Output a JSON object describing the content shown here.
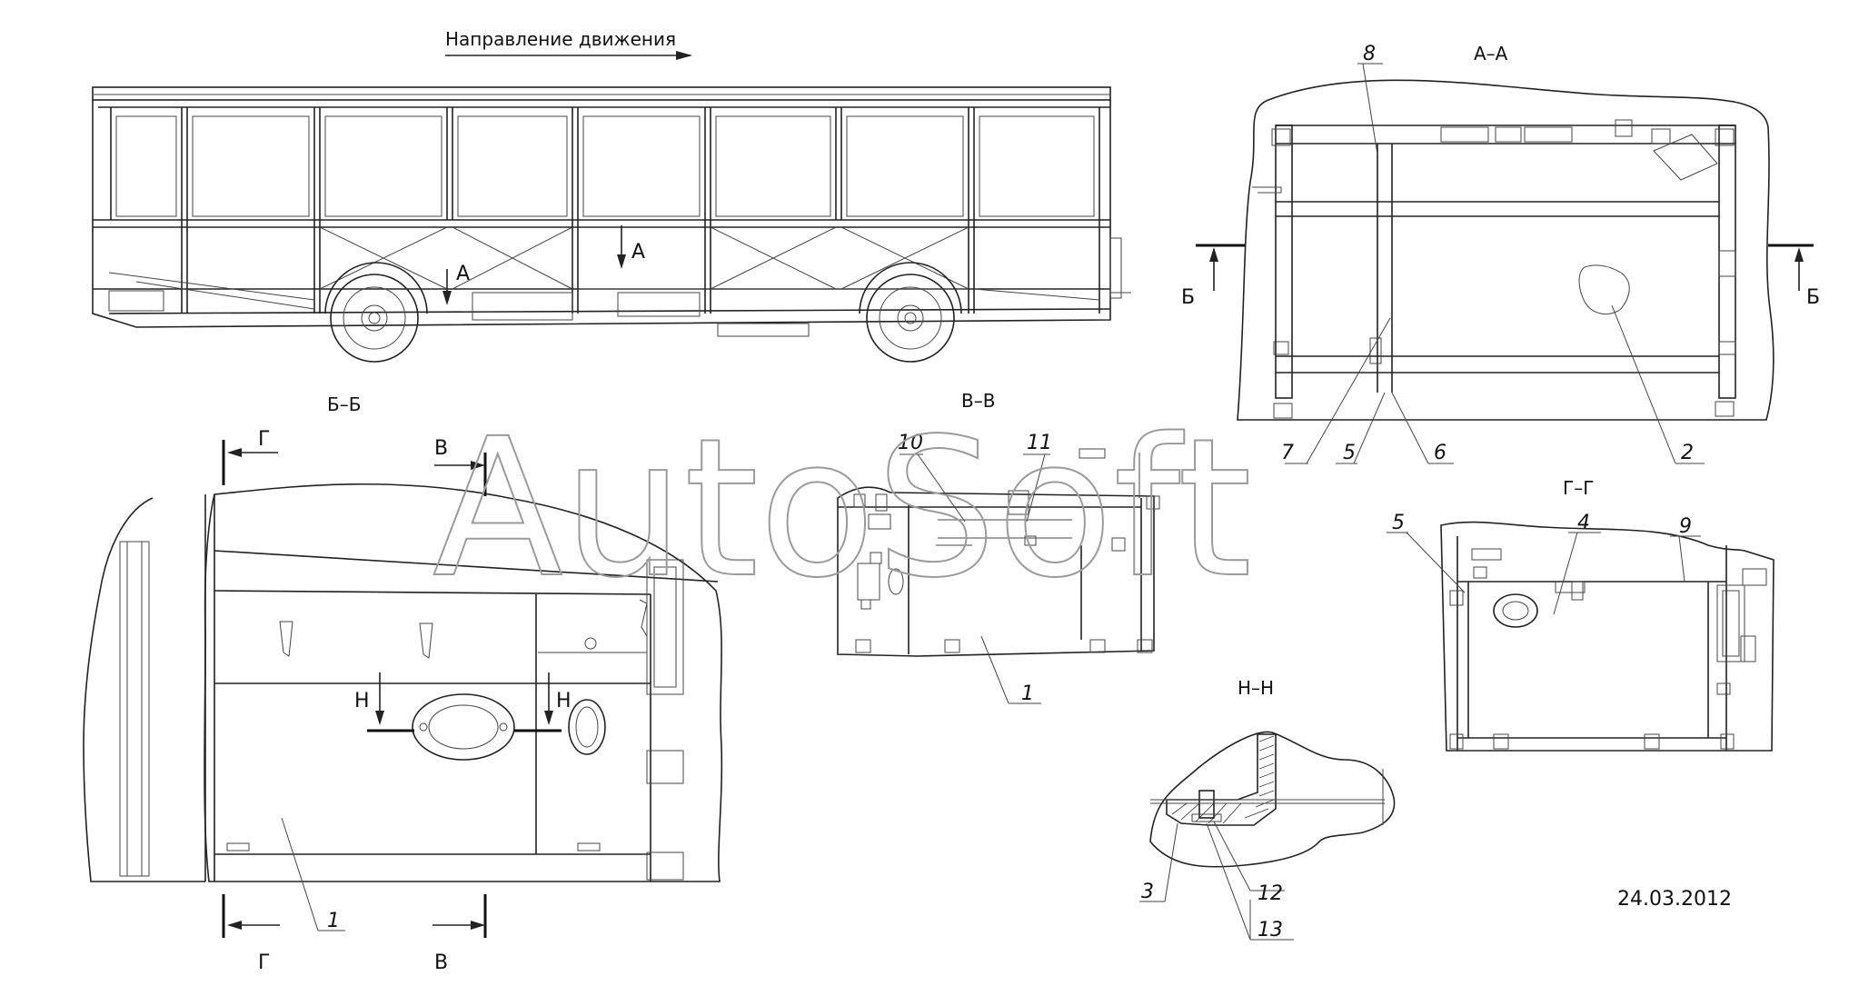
{
  "header": {
    "direction_label": "Направление движения"
  },
  "views": {
    "section_a": "А–А",
    "section_b": "Б–Б",
    "section_v": "В–В",
    "section_g": "Г–Г",
    "section_n": "Н–Н"
  },
  "markers": {
    "a": "А",
    "b": "Б",
    "v": "В",
    "g": "Г",
    "n": "Н"
  },
  "callouts": [
    "1",
    "2",
    "3",
    "4",
    "5",
    "6",
    "7",
    "8",
    "9",
    "10",
    "11",
    "12",
    "13"
  ],
  "watermark": "AutoSoft",
  "date": "24.03.2012"
}
